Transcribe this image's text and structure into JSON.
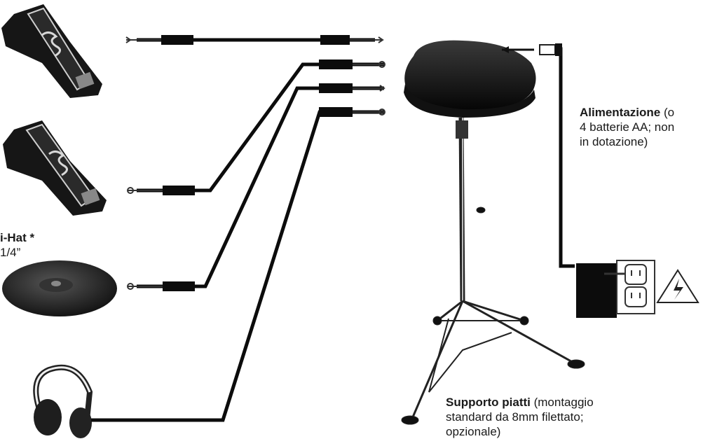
{
  "labels": {
    "power": {
      "title": "Alimentazione",
      "line1_rest": " (o",
      "line2": "4 batterie AA; non",
      "line3": "in dotazione)"
    },
    "stand": {
      "title": "Supporto piatti",
      "line1_rest": " (montaggio",
      "line2": "standard da 8mm filettato;",
      "line3": "opzionale)"
    },
    "hihat": {
      "title": "i-Hat *",
      "line2": "1/4”"
    }
  },
  "icons": [
    "kick-pedal-icon",
    "hihat-pedal-icon",
    "cymbal-pad-icon",
    "headphones-icon",
    "drum-pad-icon",
    "cymbal-stand-icon",
    "power-adapter-icon",
    "wall-outlet-icon",
    "high-voltage-warning-icon",
    "quarter-inch-cable-icon"
  ]
}
